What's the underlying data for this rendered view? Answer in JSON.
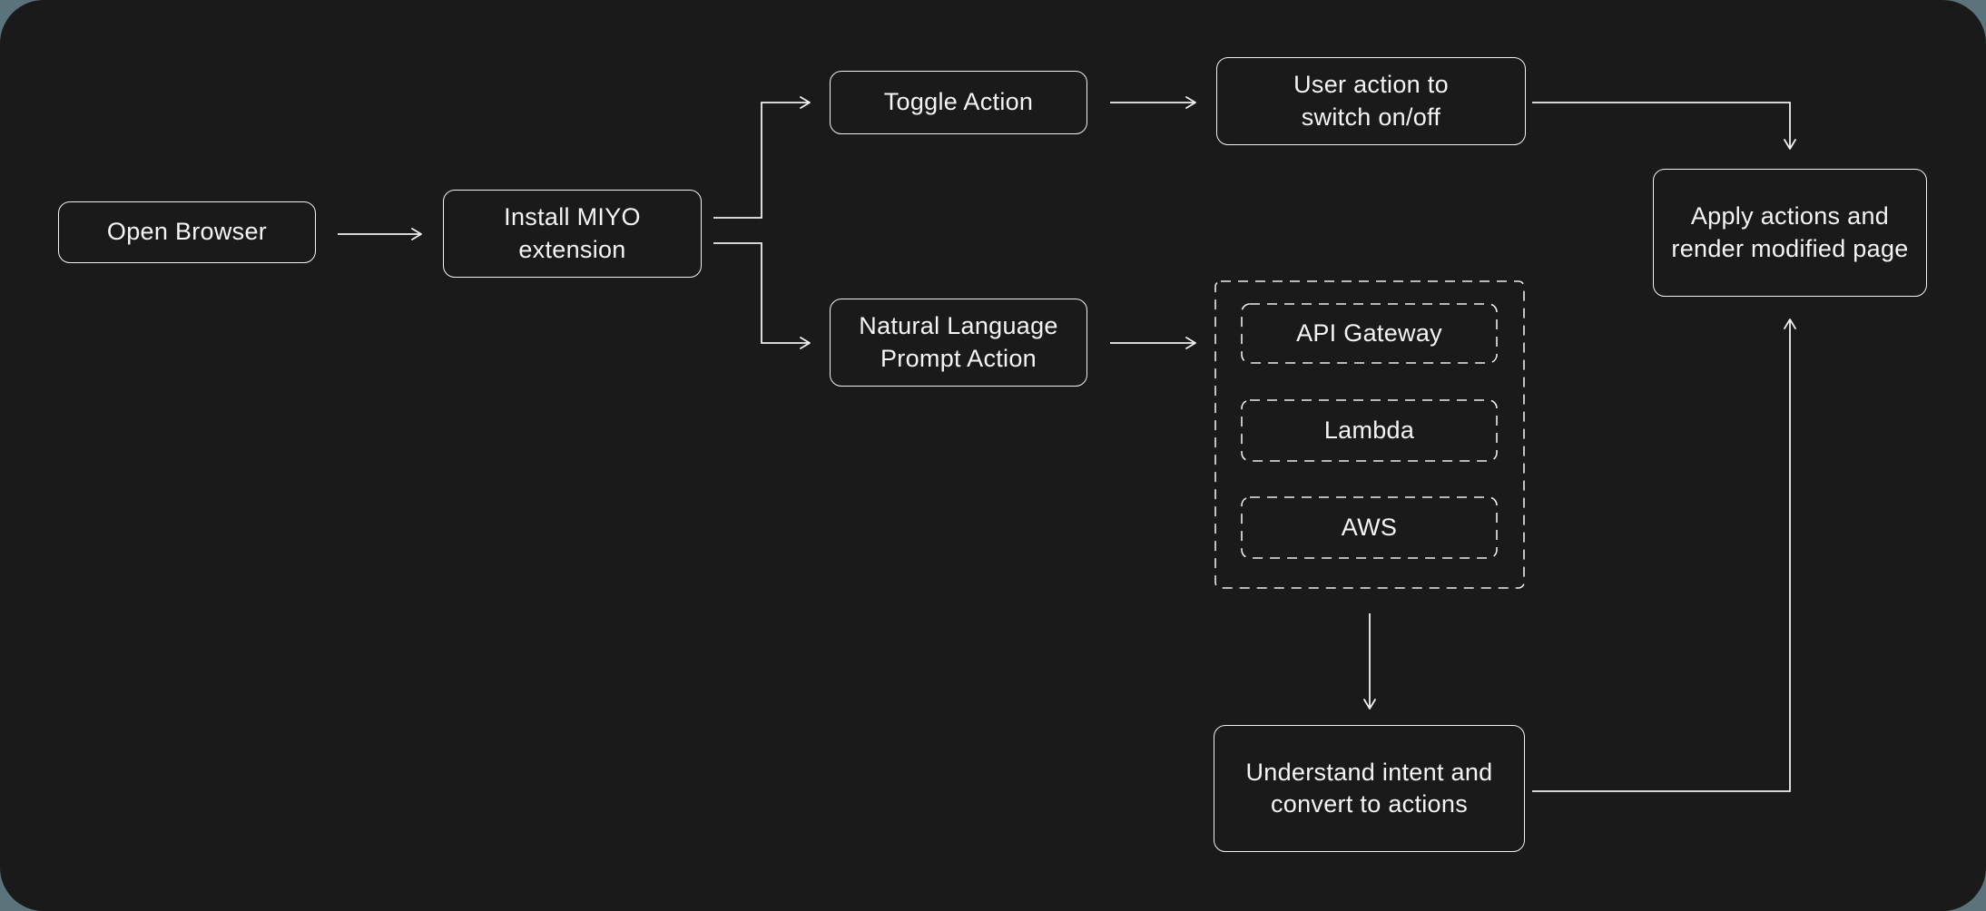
{
  "diagram": {
    "colors": {
      "outer_background": "#5b747c",
      "panel_background": "#1a1a1a",
      "stroke": "#f0f0f0",
      "text": "#f5f5f5"
    },
    "nodes": {
      "open_browser": {
        "label": "Open Browser"
      },
      "install_miyo": {
        "label": "Install MIYO\nextension"
      },
      "toggle_action": {
        "label": "Toggle Action"
      },
      "user_action": {
        "label": "User action to\nswitch on/off"
      },
      "apply_actions": {
        "label": "Apply actions and\nrender modified page"
      },
      "nlp_action": {
        "label": "Natural Language\nPrompt Action"
      },
      "api_gateway": {
        "label": "API Gateway"
      },
      "lambda": {
        "label": "Lambda"
      },
      "aws": {
        "label": "AWS"
      },
      "understand_intent": {
        "label": "Understand intent and\nconvert to actions"
      }
    },
    "edges": [
      {
        "from": "open_browser",
        "to": "install_miyo"
      },
      {
        "from": "install_miyo",
        "to": "toggle_action"
      },
      {
        "from": "install_miyo",
        "to": "nlp_action"
      },
      {
        "from": "toggle_action",
        "to": "user_action"
      },
      {
        "from": "user_action",
        "to": "apply_actions"
      },
      {
        "from": "nlp_action",
        "to": "aws_group"
      },
      {
        "from": "aws_group",
        "to": "understand_intent"
      },
      {
        "from": "understand_intent",
        "to": "apply_actions"
      }
    ]
  }
}
